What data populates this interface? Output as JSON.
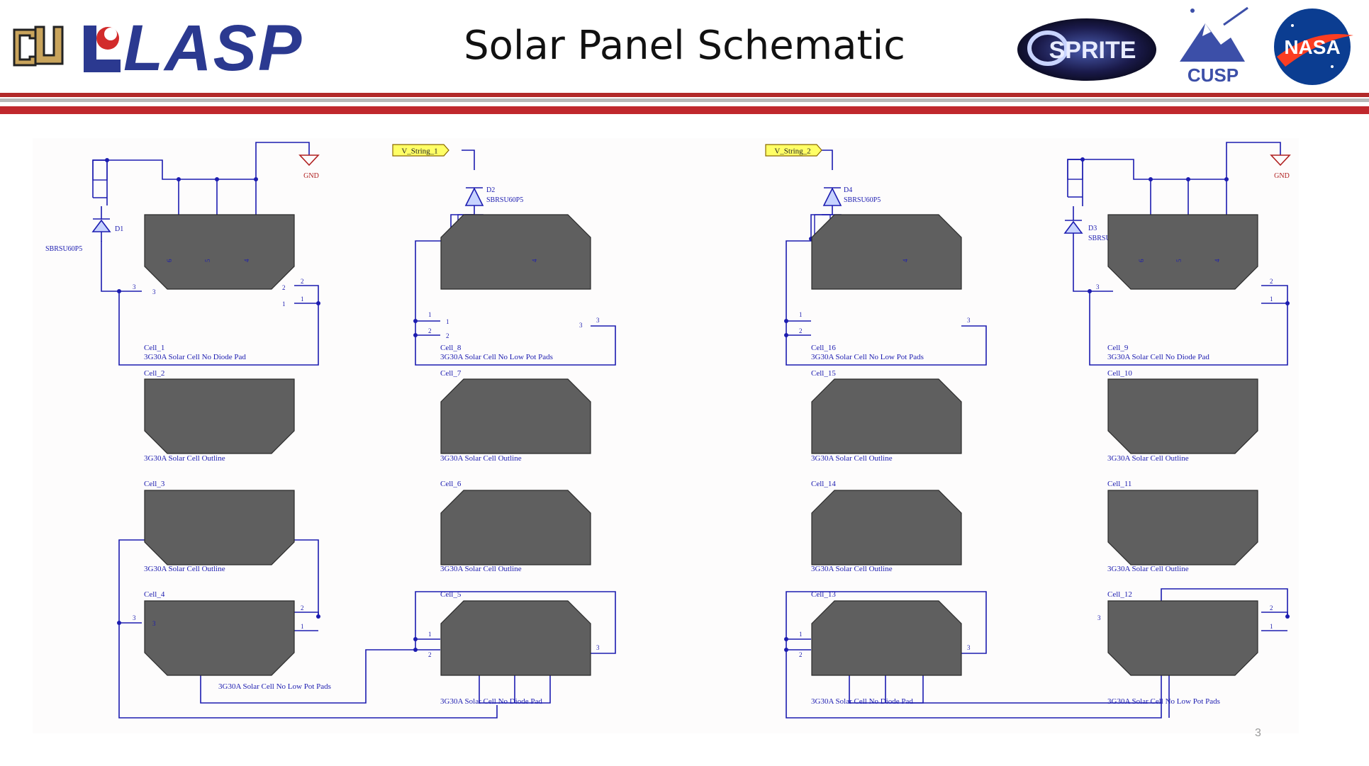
{
  "header": {
    "title": "Solar Panel Schematic",
    "logos": {
      "cu": "cu-monogram-icon",
      "lasp": "LASP",
      "sprite": "SPRITE",
      "cusp": "CUSP",
      "nasa": "NASA"
    },
    "colors": {
      "band_red": "#c0282d",
      "band_gray": "#b8b8b8",
      "lasp_blue": "#2b3990",
      "nasa_blue": "#0b3d91"
    }
  },
  "schematic": {
    "colors": {
      "wire": "#1c1cb0",
      "cell_fill": "#5f5f5f",
      "diode": "#1c1cb0",
      "ground": "#b02020",
      "port_fill": "#ffff66",
      "label": "#1c1cb0"
    },
    "ports": {
      "v_string_1": "V_String_1",
      "v_string_2": "V_String_2"
    },
    "ground_label": "GND",
    "diodes": [
      {
        "ref": "D1",
        "part": "SBRSU60P5"
      },
      {
        "ref": "D2",
        "part": "SBRSU60P5"
      },
      {
        "ref": "D3",
        "part": "SBRSU60P5"
      },
      {
        "ref": "D4",
        "part": "SBRSU60P5"
      }
    ],
    "cells": {
      "cell_1": {
        "ref": "Cell_1",
        "desc": "3G30A Solar Cell No Diode Pad"
      },
      "cell_2": {
        "ref": "Cell_2",
        "desc": "3G30A Solar Cell Outline"
      },
      "cell_3": {
        "ref": "Cell_3",
        "desc": "3G30A Solar Cell Outline"
      },
      "cell_4": {
        "ref": "Cell_4",
        "desc": "3G30A Solar Cell No Low Pot Pads"
      },
      "cell_5": {
        "ref": "Cell_5",
        "desc": "3G30A Solar Cell No Diode Pad"
      },
      "cell_6": {
        "ref": "Cell_6",
        "desc": "3G30A Solar Cell Outline"
      },
      "cell_7": {
        "ref": "Cell_7",
        "desc": "3G30A Solar Cell Outline"
      },
      "cell_8": {
        "ref": "Cell_8",
        "desc": "3G30A Solar Cell No Low Pot Pads"
      },
      "cell_9": {
        "ref": "Cell_9",
        "desc": "3G30A Solar Cell No Diode Pad"
      },
      "cell_10": {
        "ref": "Cell_10",
        "desc": "3G30A Solar Cell Outline"
      },
      "cell_11": {
        "ref": "Cell_11",
        "desc": "3G30A Solar Cell Outline"
      },
      "cell_12": {
        "ref": "Cell_12",
        "desc": "3G30A Solar Cell No Low Pot Pads"
      },
      "cell_13": {
        "ref": "Cell_13",
        "desc": "3G30A Solar Cell No Diode Pad"
      },
      "cell_14": {
        "ref": "Cell_14",
        "desc": "3G30A Solar Cell Outline"
      },
      "cell_15": {
        "ref": "Cell_15",
        "desc": "3G30A Solar Cell Outline"
      },
      "cell_16": {
        "ref": "Cell_16",
        "desc": "3G30A Solar Cell No Low Pot Pads"
      }
    },
    "pins": {
      "p1": "1",
      "p2": "2",
      "p3": "3",
      "p4": "4",
      "p5": "5",
      "p6": "6"
    }
  },
  "footer": {
    "slide_number": "3"
  }
}
